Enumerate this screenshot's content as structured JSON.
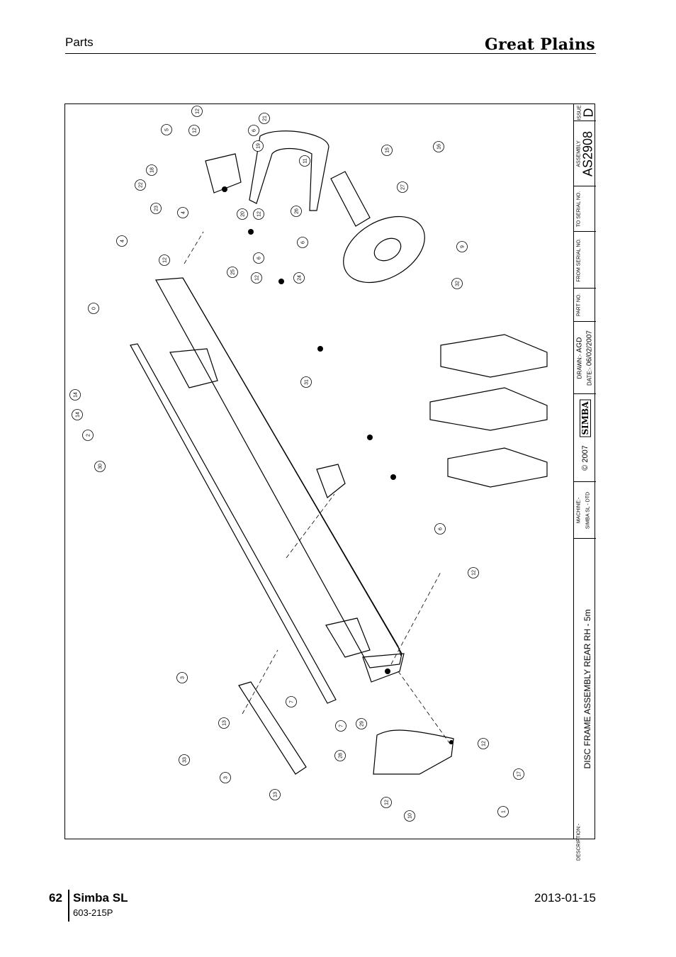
{
  "header": {
    "section": "Parts",
    "brand": "Great Plains"
  },
  "footer": {
    "page": "62",
    "model": "Simba SL",
    "part_no": "603-215P",
    "date": "2013-01-15"
  },
  "title_block": {
    "issue_label": "ISSUE",
    "issue": "D",
    "assembly_label": "ASSEMBLY",
    "assembly": "AS2908",
    "to_serial_label": "TO SERIAL NO.",
    "from_serial_label": "FROM SERIAL NO.",
    "part_no_label": "PART NO.",
    "drawn_label": "DRAWN:-",
    "drawn": "AGD",
    "date_label": "DATE:-",
    "date": "06/02/2007",
    "logo": "SIMBA",
    "copyright": "© 2007",
    "machine_label": "MACHINE:-",
    "machine": "SIMBA SL - DTD",
    "description_label": "DESCRIPTION:-",
    "description": "DISC FRAME ASSEMBLY REAR RH - 5m"
  },
  "callouts": [
    "12",
    "6",
    "5",
    "12",
    "21",
    "19",
    "18",
    "22",
    "23",
    "4",
    "4",
    "12",
    "11",
    "15",
    "16",
    "27",
    "26",
    "20",
    "12",
    "6",
    "25",
    "12",
    "6",
    "24",
    "9",
    "32",
    "0",
    "14",
    "14",
    "2",
    "31",
    "30",
    "6",
    "12",
    "3",
    "13",
    "7",
    "7",
    "33",
    "3",
    "13",
    "29",
    "28",
    "12",
    "17",
    "12",
    "10",
    "1"
  ]
}
